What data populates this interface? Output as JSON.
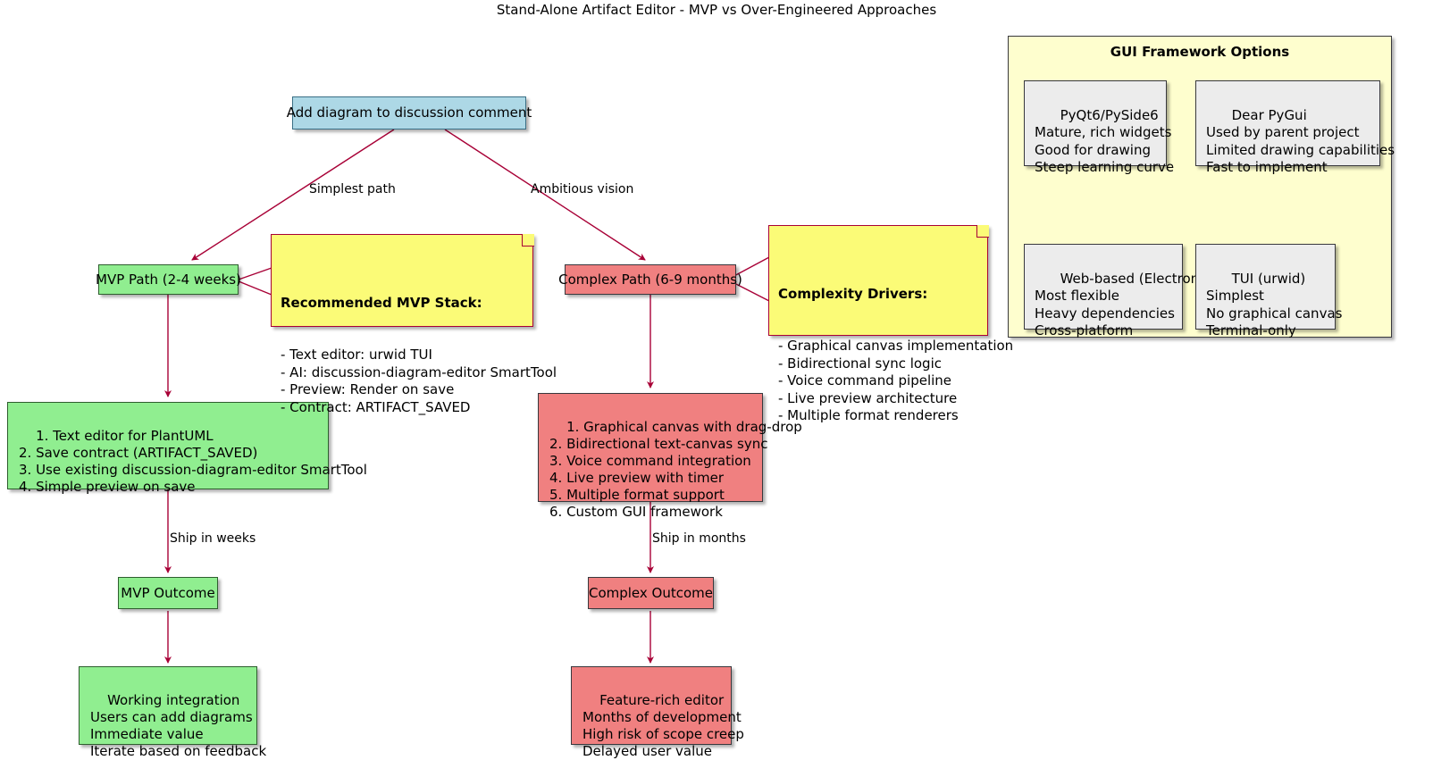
{
  "diagram": {
    "title": "Stand-Alone Artifact Editor - MVP vs Over-Engineered Approaches",
    "accent_edge_color": "#A80036",
    "colors": {
      "start_node": "#ADD8E6",
      "mvp_node": "#90EE90",
      "complex_node": "#F08080",
      "note_bg": "#FBFB77",
      "frame_bg": "#FEFECE",
      "card_bg": "#ECECEC"
    }
  },
  "nodes": {
    "start": {
      "label": "Add diagram to discussion comment"
    },
    "mvp_path": {
      "label": "MVP Path (2-4 weeks)"
    },
    "complex_path": {
      "label": "Complex Path (6-9 months)"
    },
    "mvp_steps": {
      "lines": "1. Text editor for PlantUML\n2. Save contract (ARTIFACT_SAVED)\n3. Use existing discussion-diagram-editor SmartTool\n4. Simple preview on save"
    },
    "complex_steps": {
      "lines": "1. Graphical canvas with drag-drop\n2. Bidirectional text-canvas sync\n3. Voice command integration\n4. Live preview with timer\n5. Multiple format support\n6. Custom GUI framework"
    },
    "mvp_outcome": {
      "label": "MVP Outcome"
    },
    "complex_outcome": {
      "label": "Complex Outcome"
    },
    "mvp_result": {
      "lines": "Working integration\nUsers can add diagrams\nImmediate value\nIterate based on feedback"
    },
    "complex_result": {
      "lines": "Feature-rich editor\nMonths of development\nHigh risk of scope creep\nDelayed user value"
    }
  },
  "edge_labels": {
    "simplest_path": "Simplest path",
    "ambitious_vision": "Ambitious vision",
    "ship_in_weeks": "Ship in weeks",
    "ship_in_months": "Ship in months"
  },
  "notes": {
    "mvp_stack": {
      "title": "Recommended MVP Stack:",
      "body": "- Text editor: urwid TUI\n- AI: discussion-diagram-editor SmartTool\n- Preview: Render on save\n- Contract: ARTIFACT_SAVED"
    },
    "complexity_drivers": {
      "title": "Complexity Drivers:",
      "body": "- Graphical canvas implementation\n- Bidirectional sync logic\n- Voice command pipeline\n- Live preview architecture\n- Multiple format renderers"
    }
  },
  "frame": {
    "title": "GUI Framework Options",
    "cards": [
      {
        "lines": "PyQt6/PySide6\nMature, rich widgets\nGood for drawing\nSteep learning curve"
      },
      {
        "lines": "Dear PyGui\nUsed by parent project\nLimited drawing capabilities\nFast to implement"
      },
      {
        "lines": "Web-based (Electron)\nMost flexible\nHeavy dependencies\nCross-platform"
      },
      {
        "lines": "TUI (urwid)\nSimplest\nNo graphical canvas\nTerminal-only"
      }
    ]
  }
}
